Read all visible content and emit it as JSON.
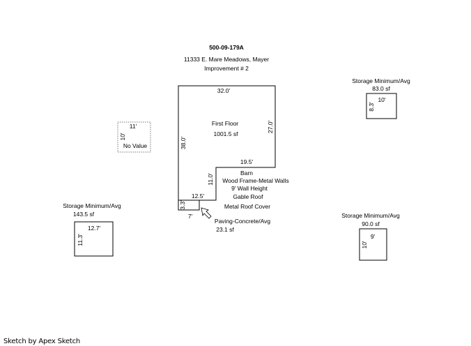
{
  "header": {
    "parcel_id": "500-09-179A",
    "address": "11333 E. Mare Meadows, Mayer",
    "improvement": "Improvement # 2"
  },
  "main_building": {
    "area_label": "First Floor",
    "area_sf": "1001.5 sf",
    "dim_top": "32.0'",
    "dim_right": "27.0'",
    "dim_left": "38.0'",
    "dim_step_horizontal": "19.5'",
    "dim_step_vertical": "11.0'"
  },
  "notes": {
    "type": "Barn",
    "walls": "Wood Frame-Metal Walls",
    "wall_height": "9' Wall Height",
    "roof": "Gable Roof",
    "roof_cover": "Metal Roof Cover"
  },
  "paving": {
    "label": "Paving-Concrete/Avg",
    "area": "23.1 sf",
    "dim_width": "12.5'",
    "dim_height": "3.3'",
    "dim_bottom": "7'"
  },
  "no_value_box": {
    "label": "No Value",
    "dim_top": "11'",
    "dim_left": "10'"
  },
  "storage_left": {
    "label": "Storage Minimum/Avg",
    "area": "143.5 sf",
    "dim_top": "12.7'",
    "dim_left": "11.3'"
  },
  "storage_top_right": {
    "label": "Storage Minimum/Avg",
    "area": "83.0 sf",
    "dim_top": "10'",
    "dim_left": "8.3'"
  },
  "storage_bottom_right": {
    "label": "Storage Minimum/Avg",
    "area": "90.0 sf",
    "dim_top": "9'",
    "dim_left": "10'"
  },
  "footer": {
    "credit": "Sketch by Apex Sketch"
  }
}
